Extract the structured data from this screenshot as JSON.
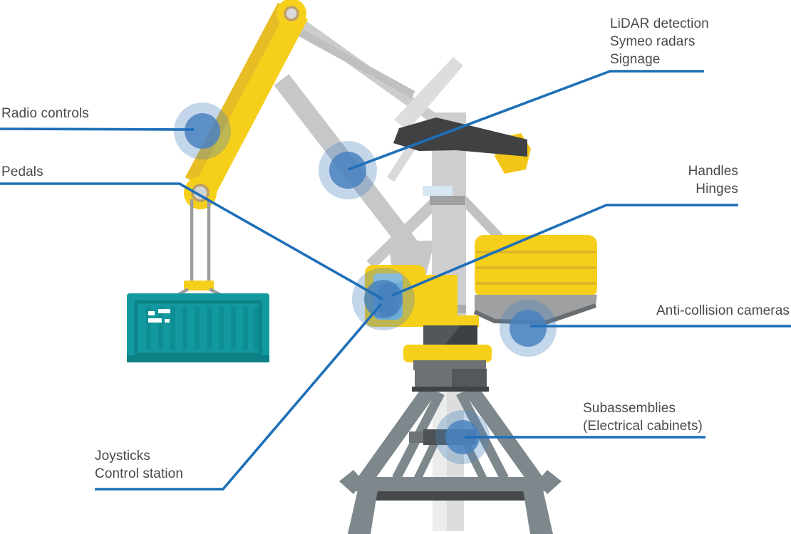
{
  "diagram": {
    "subject": "dock-crane-annotated-infographic",
    "colors": {
      "callout_line": "#1f6fb8",
      "marker_blue": "#4a82bf",
      "crane_yellow": "#f6cf1b",
      "shade_yellow": "#ddb428",
      "structure_light_gray": "#cdcecf",
      "base_gray": "#7e888c",
      "dark_charcoal": "#3f4143",
      "container_teal": "#12999f",
      "label_text": "#4a4a4c"
    },
    "labels": {
      "lidar": {
        "line1": "LiDAR detection",
        "line2": "Symeo radars",
        "line3": "Signage"
      },
      "radio_controls": {
        "text": "Radio controls"
      },
      "pedals": {
        "text": "Pedals"
      },
      "handles": {
        "line1": "Handles",
        "line2": "Hinges"
      },
      "anti_collision": {
        "text": "Anti-collision cameras"
      },
      "subassemblies": {
        "line1": "Subassemblies",
        "line2": "(Electrical cabinets)"
      },
      "joysticks": {
        "line1": "Joysticks",
        "line2": "Control station"
      }
    },
    "annotations": [
      {
        "marker": "boom-pivot",
        "label": "Radio controls"
      },
      {
        "marker": "jib-structure",
        "label": "LiDAR detection / Symeo radars / Signage"
      },
      {
        "marker": "cab",
        "labels": "Pedals; Handles / Hinges; Joysticks / Control station"
      },
      {
        "marker": "counterweight-underside",
        "label": "Anti-collision cameras"
      },
      {
        "marker": "base-cabinet",
        "label": "Subassemblies (Electrical cabinets)"
      }
    ]
  }
}
